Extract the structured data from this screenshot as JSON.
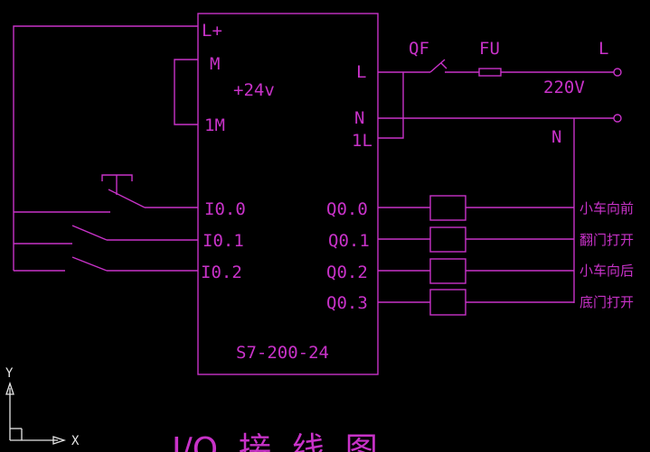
{
  "plc": {
    "model": "S7-200-24",
    "supply_terminals": [
      "L+",
      "M",
      "1M"
    ],
    "supply_voltage": "+24v",
    "power_terminals": [
      "L",
      "N",
      "1L"
    ],
    "inputs": [
      "I0.0",
      "I0.1",
      "I0.2"
    ],
    "outputs": [
      "Q0.0",
      "Q0.1",
      "Q0.2",
      "Q0.3"
    ]
  },
  "mains": {
    "breaker": "QF",
    "fuse": "FU",
    "line": "L",
    "voltage": "220V",
    "neutral": "N"
  },
  "loads": [
    "小车向前",
    "翻门打开",
    "小车向后",
    "底门打开"
  ],
  "title": "I/O  接  线  图",
  "ucs": {
    "x": "X",
    "y": "Y"
  },
  "colors": {
    "drawing": "#c832c8",
    "background": "#000000",
    "ucs": "#e6e6e6"
  }
}
